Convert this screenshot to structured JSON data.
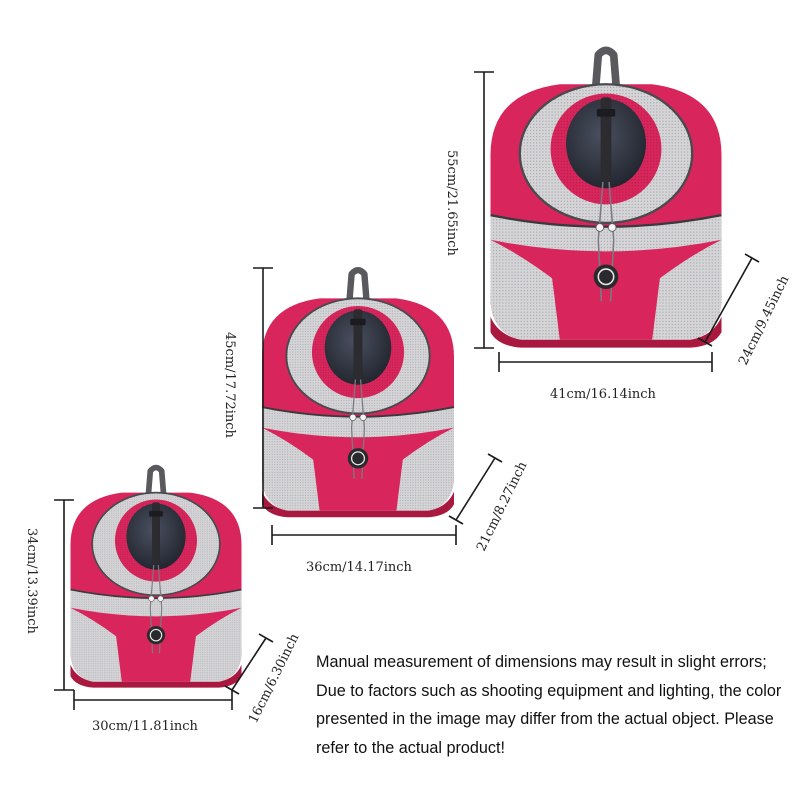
{
  "palette": {
    "body_pink": "#d8265c",
    "body_pink_dark": "#a8183f",
    "mesh_gray": "#c9c9cc",
    "mesh_light": "#e4e4e6",
    "window_dark": "#262a33",
    "strap_gray": "#5a5a5e",
    "line_black": "#1a1a1a"
  },
  "products": [
    {
      "size": "large",
      "height_label": "55cm/21.65inch",
      "width_label": "41cm/16.14inch",
      "depth_label": "24cm/9.45inch"
    },
    {
      "size": "medium",
      "height_label": "45cm/17.72inch",
      "width_label": "36cm/14.17inch",
      "depth_label": "21cm/8.27inch"
    },
    {
      "size": "small",
      "height_label": "34cm/13.39inch",
      "width_label": "30cm/11.81inch",
      "depth_label": "16cm/6.30inch"
    }
  ],
  "note": {
    "text": "Manual measurement of dimensions may result in slight errors; Due to factors such as shooting equipment and lighting, the color presented in the image may differ from the actual object. Please refer to the actual product!"
  }
}
